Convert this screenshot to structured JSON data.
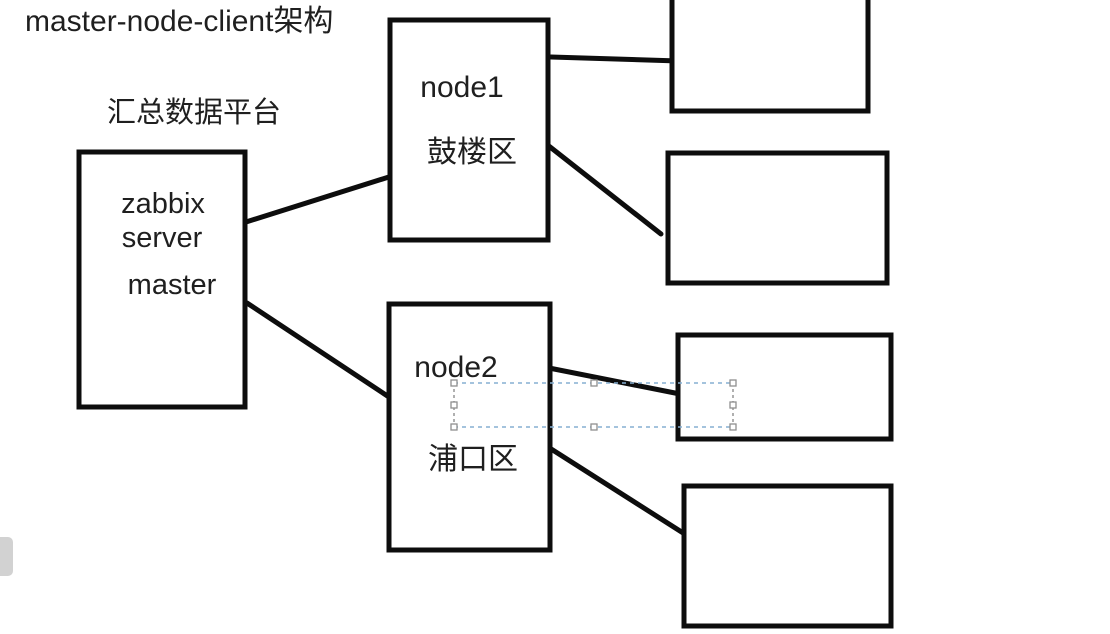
{
  "page": {
    "title_label": "master-node-client架构"
  },
  "diagram": {
    "platform_label": "汇总数据平台",
    "master": {
      "line1": "zabbix",
      "line2": "server",
      "line3": "master"
    },
    "node1": {
      "name": "node1",
      "region": "鼓楼区"
    },
    "node2": {
      "name": "node2",
      "region": "浦口区"
    },
    "client_box_count": "4"
  },
  "selection": {
    "handle_count": "8"
  },
  "colors": {
    "shape_stroke": "#0d0d0d",
    "text": "#1f1f1f",
    "selection_horizontal_dash": "#86afd2",
    "selection_vertical_dash": "#8f8f8f",
    "handle_fill": "#ffffff",
    "handle_border": "#8f8f8f",
    "side_tab": "#d2d2d2",
    "canvas_background": "#ffffff"
  }
}
